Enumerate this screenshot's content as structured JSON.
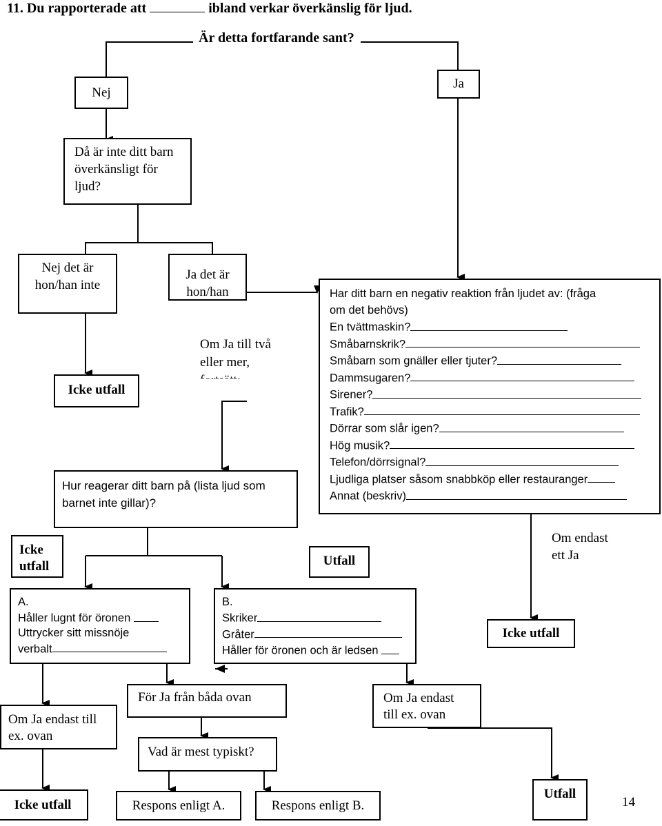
{
  "question": {
    "heading": "11. Du rapporterade att",
    "heading_end": "ibland verkar överkänslig för ljud.",
    "prompt": "Är detta fortfarande sant?"
  },
  "answers": {
    "nej": "Nej",
    "ja": "Ja"
  },
  "not_sensitive_box": [
    "Då är inte ditt barn",
    "överkänsligt för",
    "ljud?"
  ],
  "nej_det_ar": [
    "Nej det är",
    "hon/han inte"
  ],
  "ja_det_ar": [
    "Ja det är",
    "hon/han"
  ],
  "om_ja_tva": [
    "Om Ja till två",
    "eller mer,",
    "fortsätt:"
  ],
  "icke_utfall_1": "Icke utfall",
  "reaction_box": [
    "Hur reagerar ditt barn på (lista ljud som",
    "barnet inte gillar)?"
  ],
  "negative_reaction": {
    "intro": [
      "Har ditt barn en negativ reaktion från ljudet av: (fråga",
      "om det behövs)"
    ],
    "items": [
      "En tvättmaskin?",
      "Småbarnskrik?",
      "Småbarn som gnäller eller tjuter?",
      "Dammsugaren?",
      "Sirener?",
      "Trafik?",
      "Dörrar som slår igen?",
      "Hög musik?",
      "Telefon/dörrsignal?",
      "Ljudliga platser såsom snabbköp eller restauranger",
      "Annat (beskriv)"
    ]
  },
  "icke_utfall_left": [
    "Icke",
    "utfall"
  ],
  "utfall_mid": "Utfall",
  "om_endast_ett_ja": [
    "Om endast",
    "ett Ja"
  ],
  "option_a": {
    "label": "A.",
    "items": [
      "Håller lugnt för öronen",
      "Uttrycker sitt missnöje",
      "verbalt"
    ]
  },
  "option_b": {
    "label": "B.",
    "items": [
      "Skriker",
      "Gråter",
      "Håller för öronen och är ledsen"
    ]
  },
  "icke_utfall_right": "Icke utfall",
  "om_ja_endast_a": [
    "Om Ja endast till",
    "ex. ovan"
  ],
  "for_ja_bada": "För Ja från båda ovan",
  "om_ja_endast_b": [
    "Om Ja endast",
    "till ex. ovan"
  ],
  "mest_typiskt": "Vad är mest typiskt?",
  "bottom": {
    "icke_utfall": "Icke utfall",
    "respons_a": "Respons enligt A.",
    "respons_b": "Respons enligt B.",
    "utfall": "Utfall",
    "page_number": "14"
  }
}
